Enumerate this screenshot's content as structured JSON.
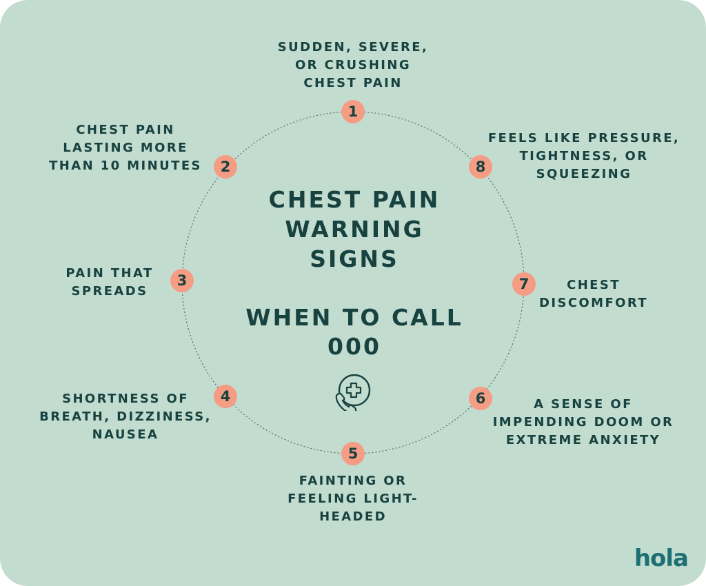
{
  "title": "CHEST PAIN\nWARNING\nSIGNS",
  "subtitle": "WHEN TO CALL\n000",
  "icons": {
    "center": "phone-medical-cross-icon"
  },
  "colors": {
    "background": "#c3dcd0",
    "accent": "#f59c84",
    "text": "#17423f",
    "logo": "#1e6f73"
  },
  "signs": [
    {
      "number": "1",
      "text": "SUDDEN, SEVERE,\nOR CRUSHING\nCHEST PAIN"
    },
    {
      "number": "2",
      "text": "CHEST PAIN\nLASTING MORE\nTHAN 10 MINUTES"
    },
    {
      "number": "3",
      "text": "PAIN THAT\nSPREADS"
    },
    {
      "number": "4",
      "text": "SHORTNESS OF\nBREATH, DIZZINESS,\nNAUSEA"
    },
    {
      "number": "5",
      "text": "FAINTING OR\nFEELING LIGHT-\nHEADED"
    },
    {
      "number": "6",
      "text": "A SENSE OF\nIMPENDING DOOM OR\nEXTREME ANXIETY"
    },
    {
      "number": "7",
      "text": "CHEST\nDISCOMFORT"
    },
    {
      "number": "8",
      "text": "FEELS LIKE PRESSURE,\nTIGHTNESS, OR\nSQUEEZING"
    }
  ],
  "brand": {
    "logo_text": "hola"
  }
}
